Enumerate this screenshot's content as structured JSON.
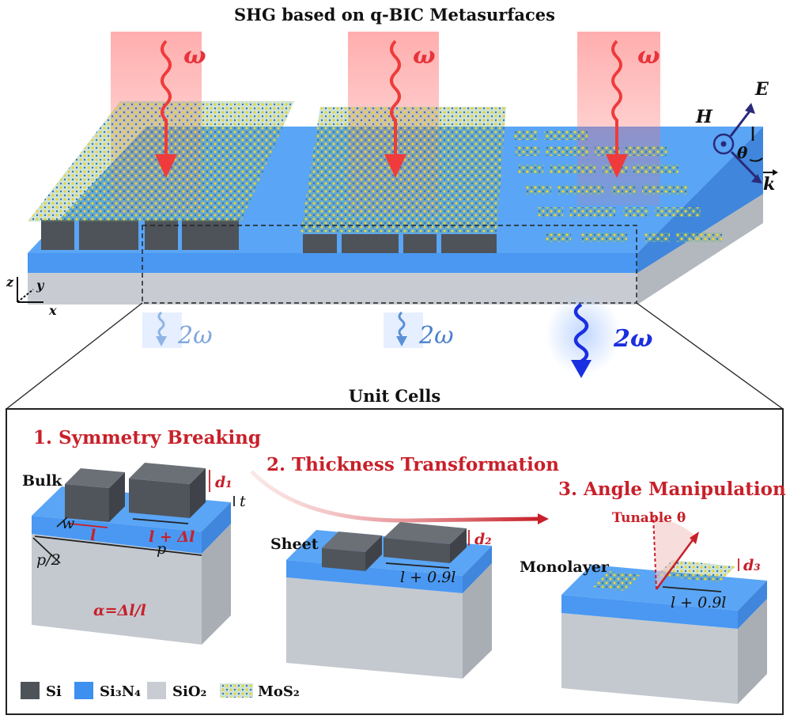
{
  "title": "SHG based on q-BIC Metasurfaces",
  "pump_label": "ω",
  "sh_label": "2ω",
  "polarization": {
    "H": "H",
    "E": "E",
    "theta": "θ",
    "k": "k"
  },
  "axes": {
    "z": "z",
    "y": "y",
    "x": "x"
  },
  "unit_cells_title": "Unit Cells",
  "steps": {
    "step1": "1. Symmetry Breaking",
    "step2": "2. Thickness Transformation",
    "step3": "3. Angle Manipulation"
  },
  "cells": {
    "bulk_label": "Bulk",
    "sheet_label": "Sheet",
    "monolayer_label": "Monolayer",
    "tunable": "Tunable θ"
  },
  "dimensions": {
    "d1": "d₁",
    "d2": "d₂",
    "d3": "d₃",
    "t": "t",
    "w": "w",
    "l": "l",
    "l_plus_dl": "l + Δl",
    "p": "p",
    "p_half": "p/2",
    "l_09": "l + 0.9l",
    "alpha": "α=Δl/l"
  },
  "legend": [
    {
      "name": "Si",
      "color": "#4e5359"
    },
    {
      "name": "Si₃N₄",
      "color": "#3d8ff0"
    },
    {
      "name": "SiO₂",
      "color": "#c9cdd3"
    },
    {
      "name": "MoS₂",
      "color": "#9fd07a"
    }
  ],
  "colors": {
    "si3n4": "#4a98f2",
    "sio2": "#c8ccd2",
    "si": "#4e5359",
    "pump": "#ef3b3b",
    "accent_red": "#c8202a"
  }
}
